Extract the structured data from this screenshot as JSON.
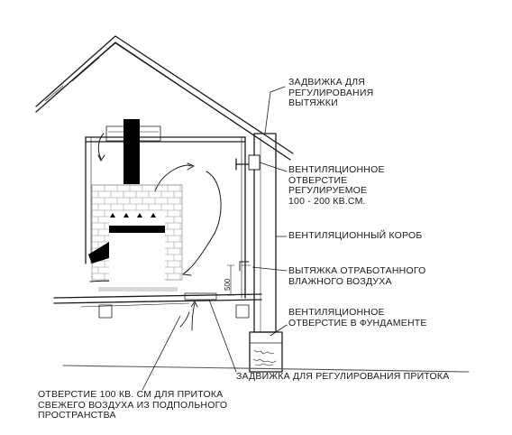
{
  "labels": {
    "exhaust_damper": "ЗАДВИЖКА ДЛЯ\nРЕГУЛИРОВАНИЯ\nВЫТЯЖКИ",
    "vent_opening": "ВЕНТИЛЯЦИОННОЕ\nОТВЕРСТИЕ\nРЕГУЛИРУЕМОЕ\n100 - 200 КВ.СМ.",
    "vent_duct": "ВЕНТИЛЯЦИОННЫЙ КОРОБ",
    "exhaust_humid": "ВЫТЯЖКА ОТРАБОТАННОГО\nВЛАЖНОГО ВОЗДУХА",
    "foundation_opening": "ВЕНТИЛЯЦИОННОЕ\nОТВЕРСТИЕ В ФУНДАМЕНТЕ",
    "supply_damper": "ЗАДВИЖКА ДЛЯ РЕГУЛИРОВАНИЯ ПРИТОКА",
    "inlet_opening": "ОТВЕРСТИЕ 100 КВ. СМ ДЛЯ ПРИТОКА\nСВЕЖЕГО ВОЗДУХА ИЗ ПОДПОЛЬНОГО\nПРОСТРАНСТВА",
    "dimension": "500"
  },
  "colors": {
    "ink": "#1a1a1a",
    "brick": "#8c8c8c",
    "ground": "#555555"
  }
}
